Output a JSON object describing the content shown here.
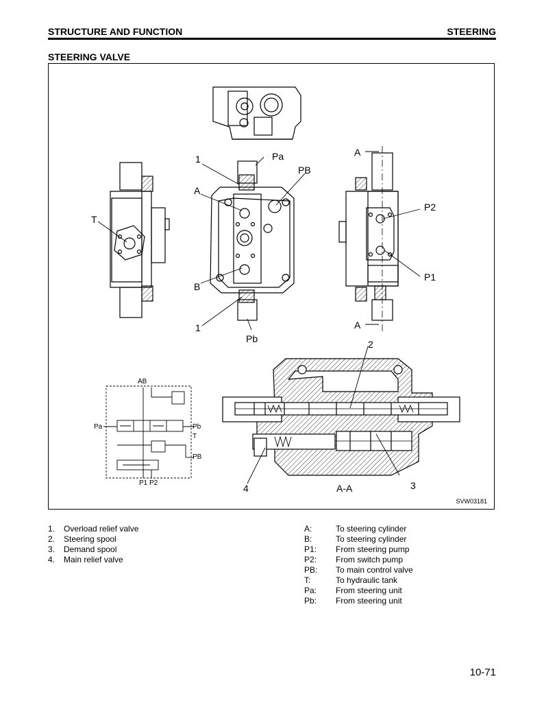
{
  "header": {
    "left": "STRUCTURE AND FUNCTION",
    "right": "STEERING"
  },
  "section_title": "STEERING VALVE",
  "figure": {
    "id": "SVW03181",
    "callouts": {
      "c1_top": "1",
      "c1_bottom": "1",
      "c2": "2",
      "c3": "3",
      "c4": "4",
      "Pa": "Pa",
      "PB": "PB",
      "A": "A",
      "B": "B",
      "T": "T",
      "Pb": "Pb",
      "P1": "P1",
      "P2": "P2",
      "A_top": "A",
      "A_bottom": "A",
      "section": "A-A"
    },
    "schematic": {
      "AB": "AB",
      "Pa": "Pa",
      "Pb": "Pb",
      "T": "T",
      "PB": "PB",
      "P1P2": "P1 P2"
    }
  },
  "parts": [
    {
      "num": "1.",
      "label": "Overload relief valve"
    },
    {
      "num": "2.",
      "label": "Steering spool"
    },
    {
      "num": "3.",
      "label": "Demand spool"
    },
    {
      "num": "4.",
      "label": "Main relief valve"
    }
  ],
  "ports": [
    {
      "code": "A:",
      "desc": "To steering cylinder"
    },
    {
      "code": "B:",
      "desc": "To steering cylinder"
    },
    {
      "code": "P1:",
      "desc": "From steering pump"
    },
    {
      "code": "P2:",
      "desc": "From switch pump"
    },
    {
      "code": "PB:",
      "desc": "To main control valve"
    },
    {
      "code": "T:",
      "desc": "To hydraulic tank"
    },
    {
      "code": "Pa:",
      "desc": "From steering unit"
    },
    {
      "code": "Pb:",
      "desc": "From steering unit"
    }
  ],
  "page_number": "10-71"
}
